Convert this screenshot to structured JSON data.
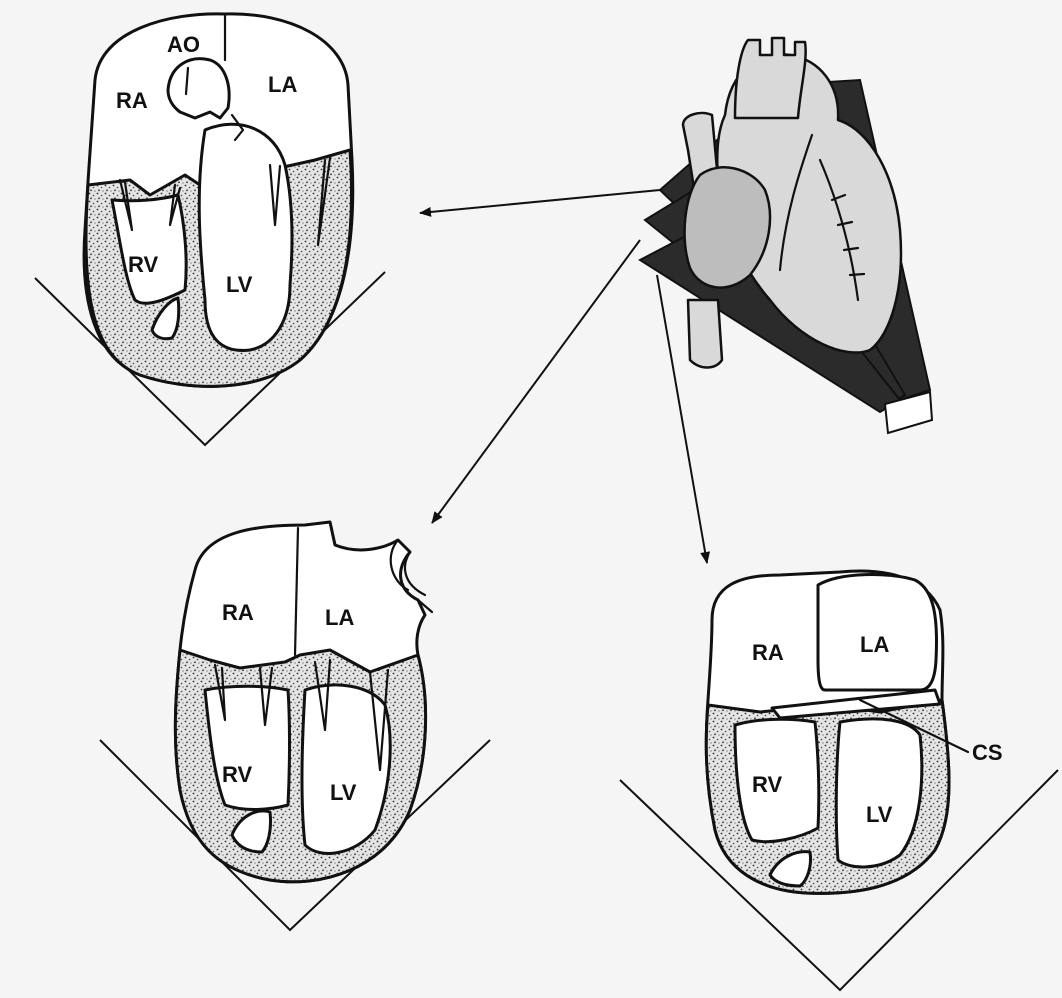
{
  "apical_view": {
    "labels": {
      "ao": "AO",
      "ra": "RA",
      "la": "LA",
      "rv": "RV",
      "lv": "LV"
    }
  },
  "four_chamber_view": {
    "labels": {
      "ra": "RA",
      "la": "LA",
      "rv": "RV",
      "lv": "LV"
    }
  },
  "coronary_sinus_view": {
    "labels": {
      "ra": "RA",
      "la": "LA",
      "rv": "RV",
      "lv": "LV",
      "cs": "CS"
    }
  }
}
